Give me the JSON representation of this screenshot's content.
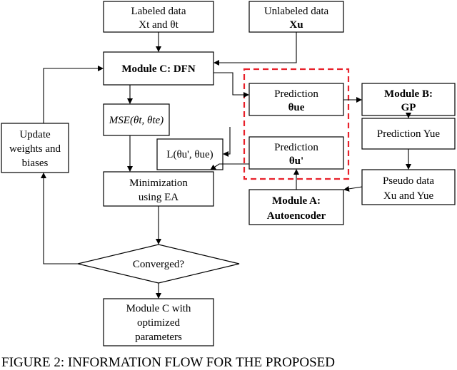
{
  "nodes": {
    "labeled": {
      "line1": "Labeled data",
      "line2": "Xt and θt"
    },
    "unlabeled": {
      "line1": "Unlabeled data",
      "line2": "Xu"
    },
    "module_c": {
      "line1": "Module C: DFN"
    },
    "mse": {
      "line1": "MSE(θt, θte)"
    },
    "loss": {
      "line1": "L(θu', θue)"
    },
    "update": {
      "line1": "Update",
      "line2": "weights and",
      "line3": "biases"
    },
    "minimization": {
      "line1": "Minimization",
      "line2": "using EA"
    },
    "converged": {
      "line1": "Converged?"
    },
    "module_c_opt": {
      "line1": "Module C with",
      "line2": "optimized",
      "line3": "parameters"
    },
    "pred_e": {
      "line1": "Prediction",
      "line2": "θue"
    },
    "pred_p": {
      "line1": "Prediction",
      "line2": "θu'"
    },
    "module_b": {
      "line1": "Module B:",
      "line2": "GP"
    },
    "pred_y": {
      "line1": "Prediction Yue"
    },
    "pseudo": {
      "line1": "Pseudo data",
      "line2": "Xu and Yue"
    },
    "module_a": {
      "line1": "Module A:",
      "line2": "Autoencoder"
    }
  },
  "caption": "FIGURE 2: INFORMATION FLOW FOR THE PROPOSED",
  "colors": {
    "line": "#000000",
    "dashed_box": "#e8202a"
  }
}
